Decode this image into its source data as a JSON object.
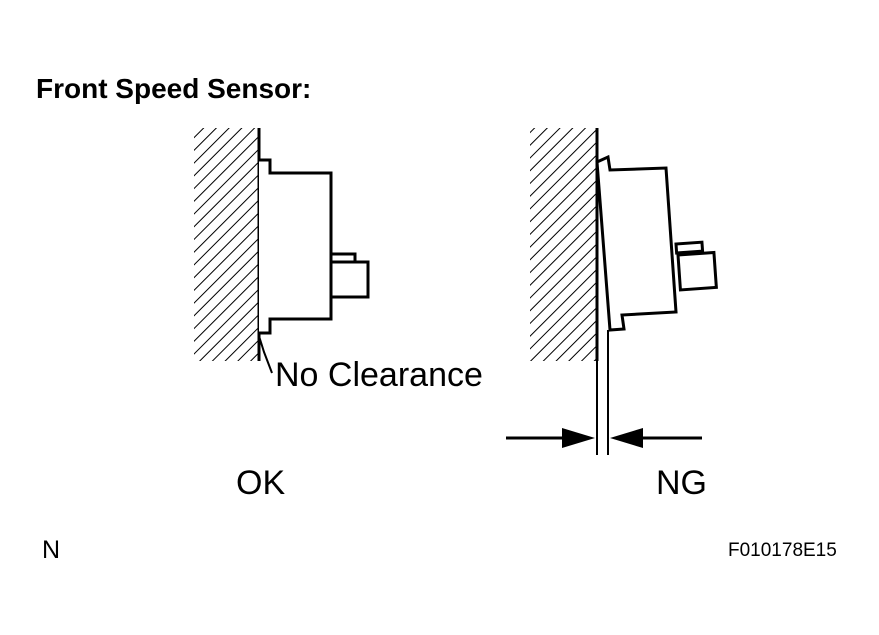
{
  "title": "Front Speed Sensor:",
  "label_no_clearance": "No Clearance",
  "label_ok": "OK",
  "label_ng": "NG",
  "corner_mark": "N",
  "figure_code": "F010178E15"
}
